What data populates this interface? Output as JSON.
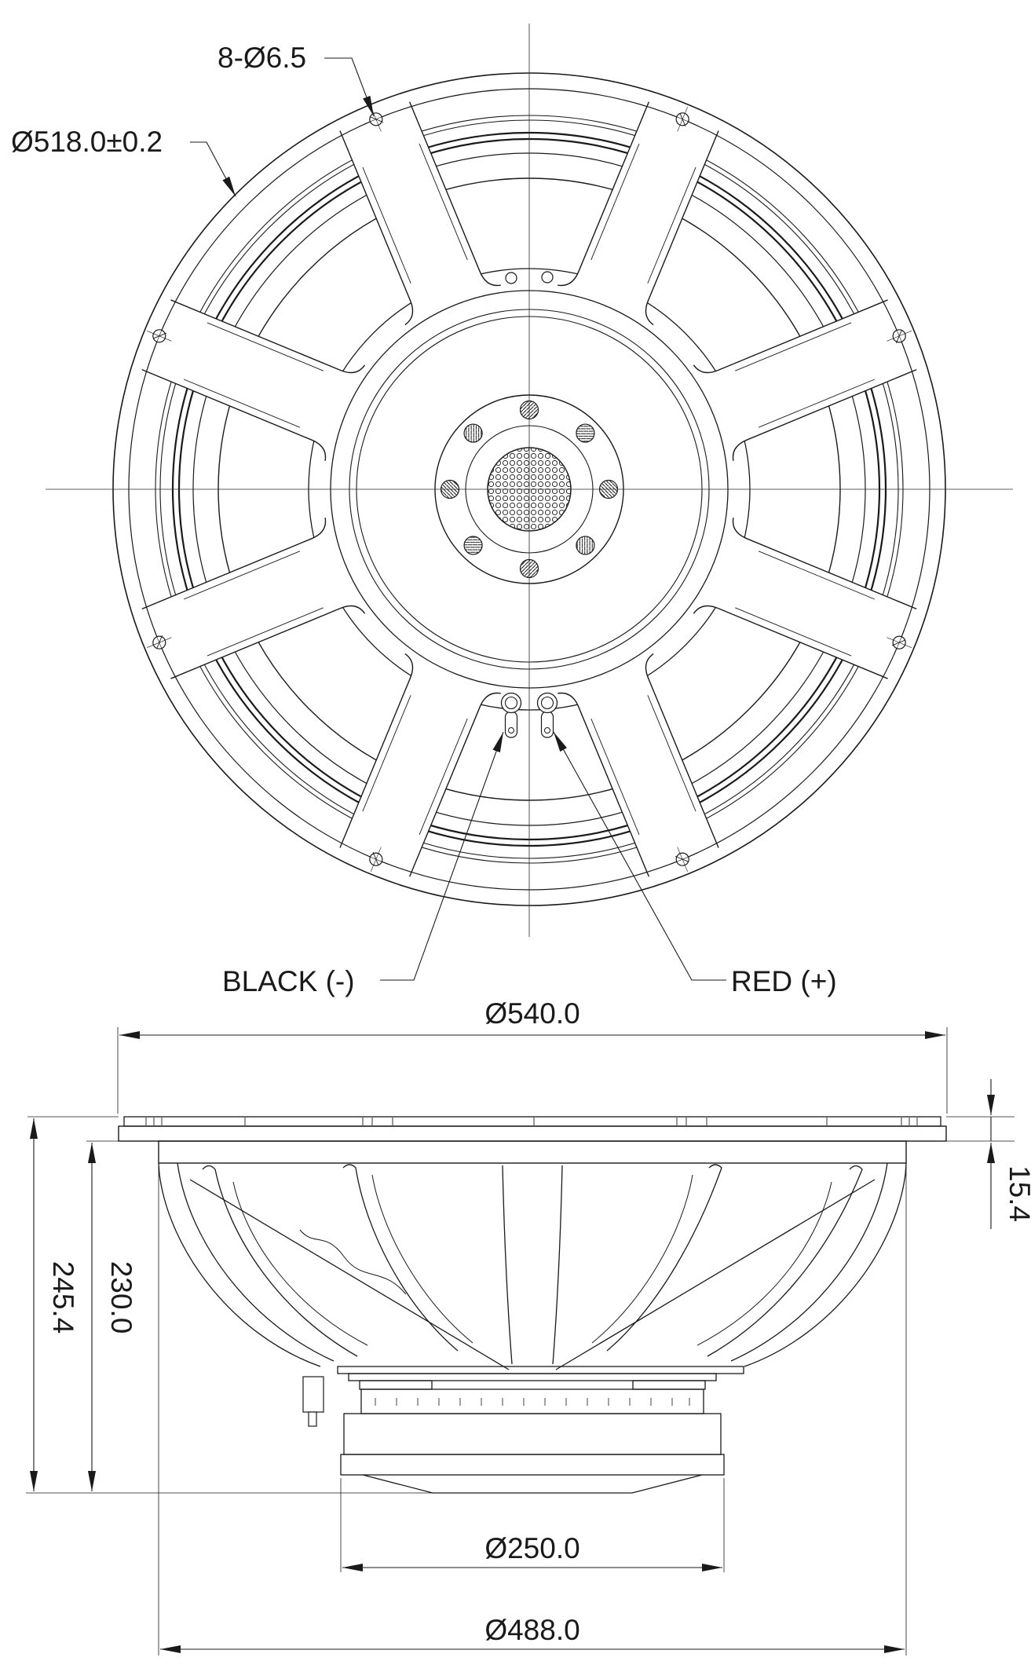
{
  "drawing": {
    "front_view": {
      "mounting_holes_label": "8-Ø6.5",
      "bolt_circle_label": "Ø518.0±0.2",
      "negative_terminal_label": "BLACK (-)",
      "positive_terminal_label": "RED (+)"
    },
    "side_view": {
      "overall_diameter": "Ø540.0",
      "gasket_thickness": "15.4",
      "total_depth": "245.4",
      "depth_below_flange": "230.0",
      "magnet_diameter": "Ø250.0",
      "basket_diameter": "Ø488.0"
    },
    "line_color": "#1a1a1a",
    "background": "#ffffff"
  }
}
